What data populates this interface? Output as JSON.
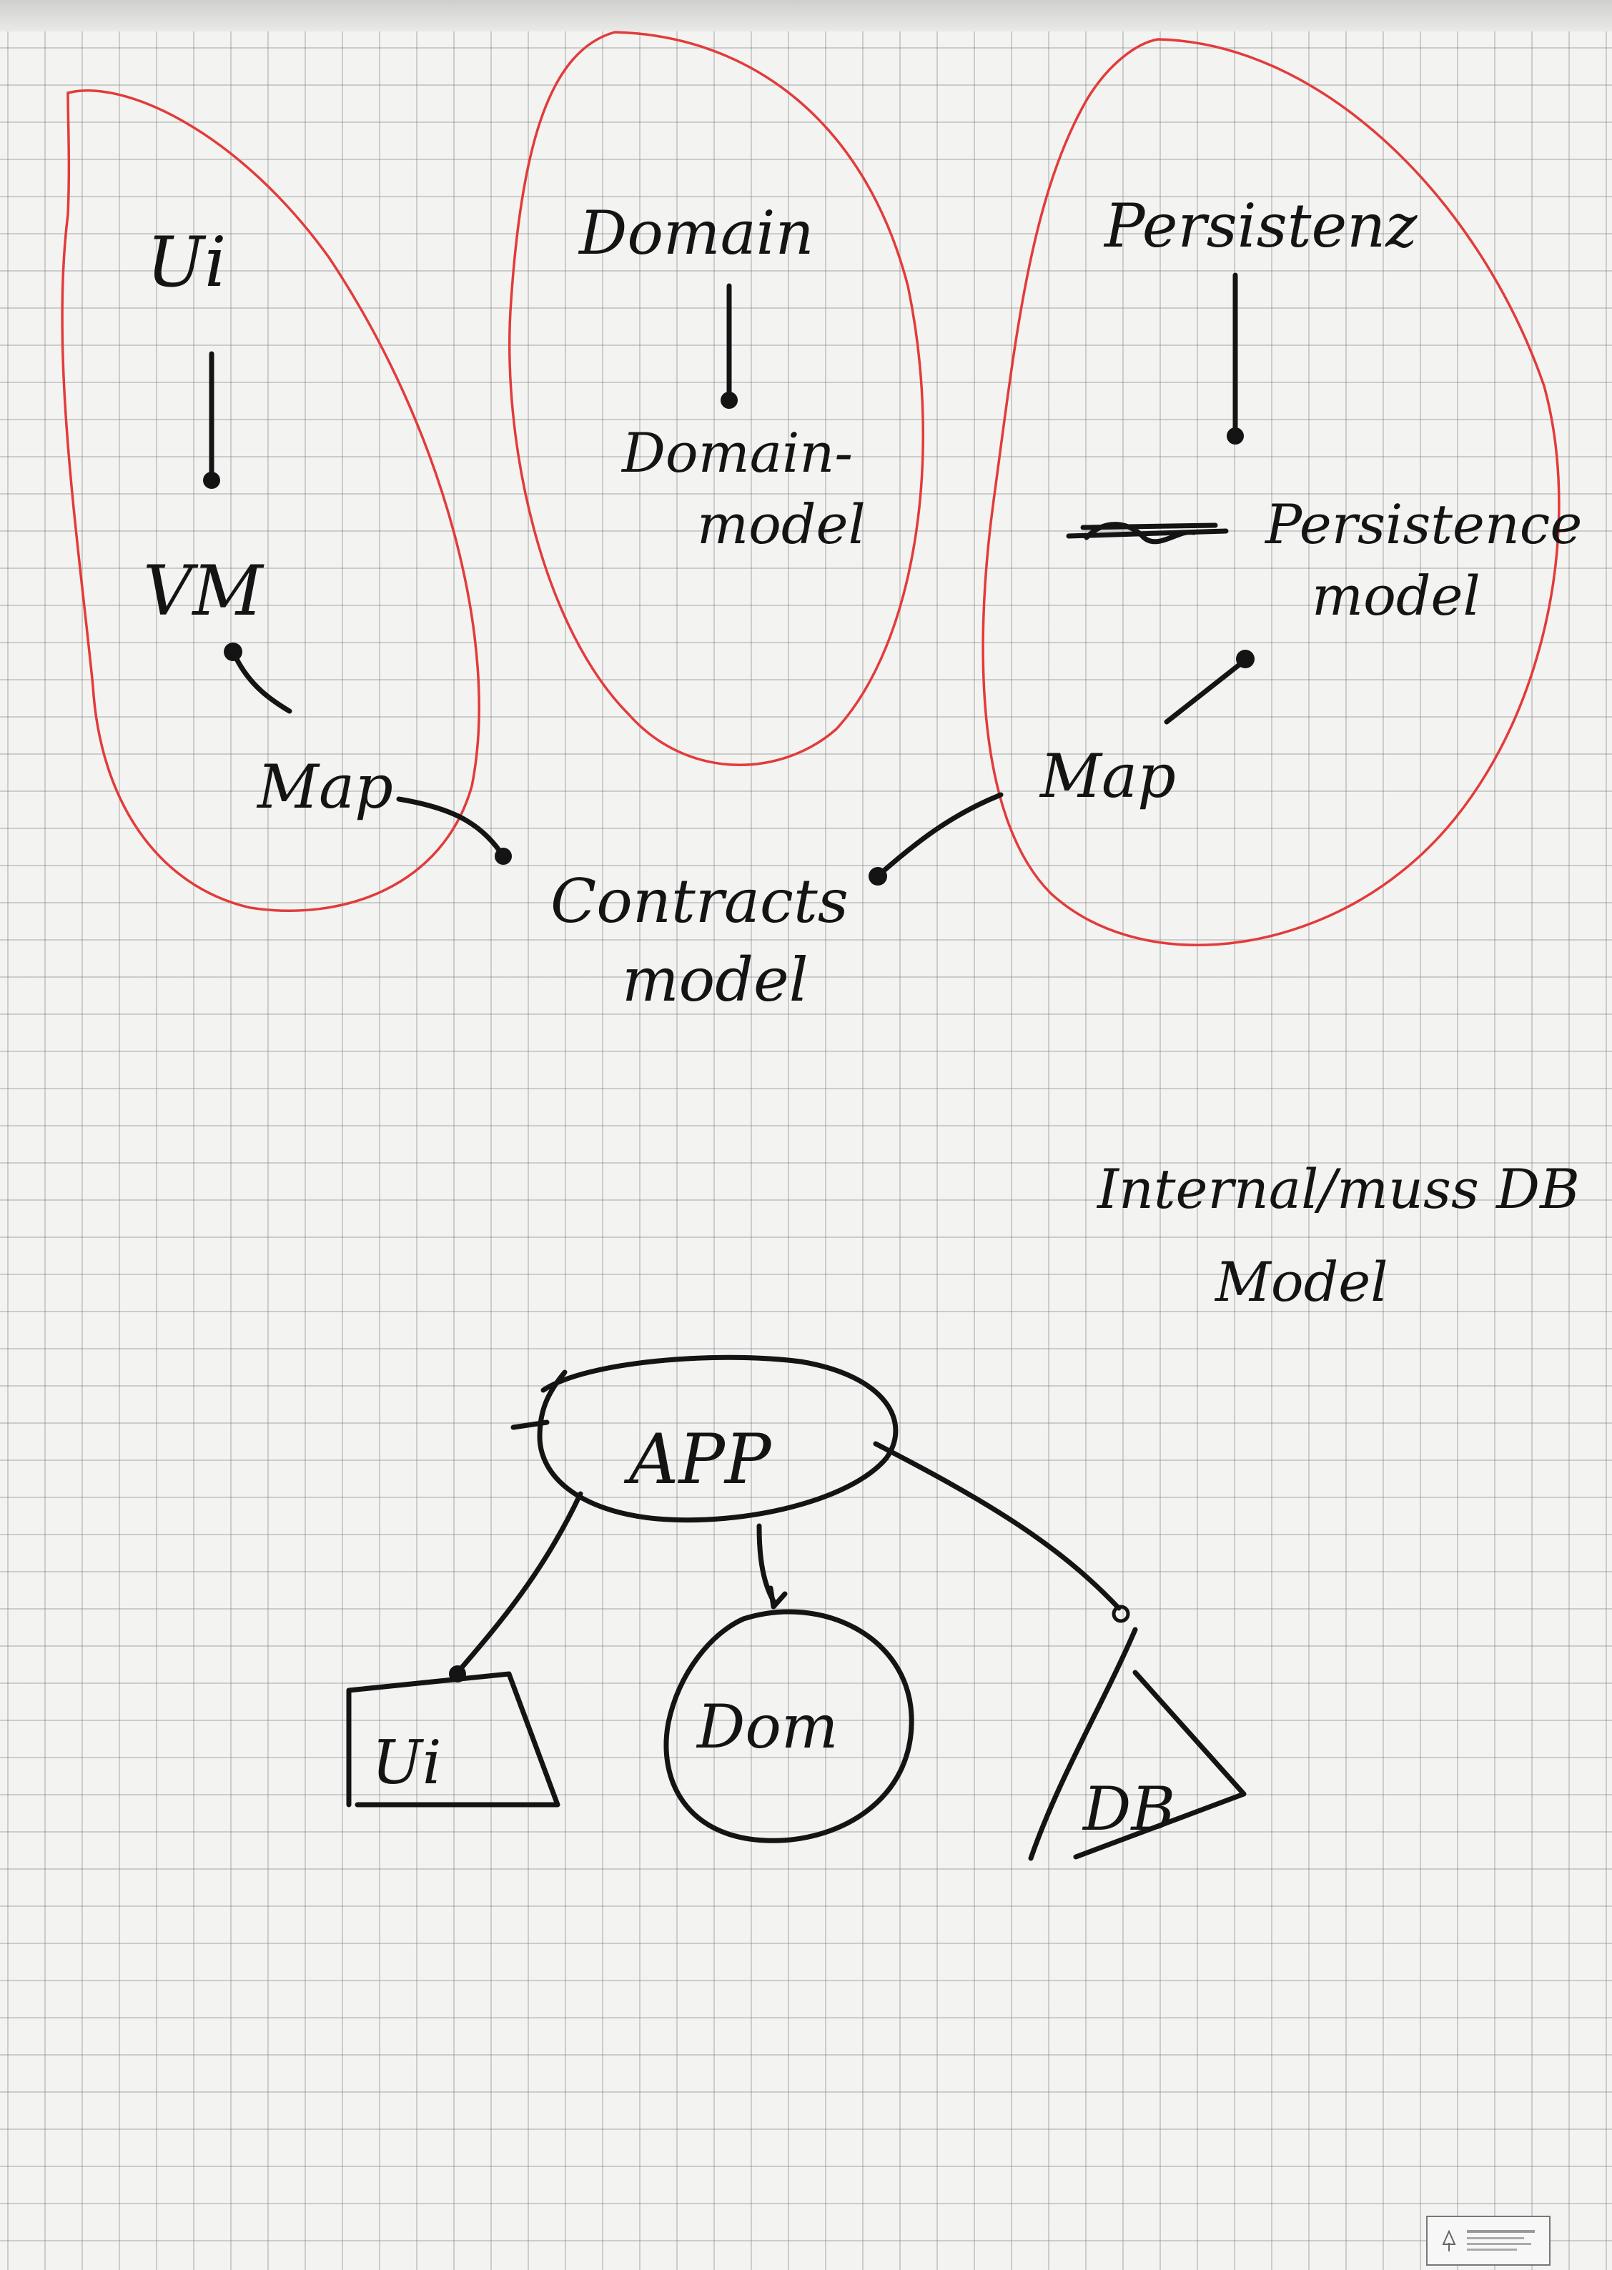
{
  "labels": {
    "ui": "Ui",
    "vm": "VM",
    "map_left": "Map",
    "domain": "Domain",
    "domain_model_line1": "Domain-",
    "domain_model_line2": "model",
    "persistenz": "Persistenz",
    "persistence_model_line1": "Persistence",
    "persistence_model_line2": "model",
    "map_right": "Map",
    "contracts_line1": "Contracts",
    "contracts_line2": "model",
    "internal_line1": "Internal/muss DB",
    "internal_line2": "Model",
    "app": "APP",
    "ui_box": "Ui",
    "dom": "Dom",
    "db": "DB"
  },
  "colors": {
    "ink": "#141414",
    "red_marker": "#e23b3b",
    "paper": "#f3f3f1",
    "grid": "#9aa0a6"
  }
}
